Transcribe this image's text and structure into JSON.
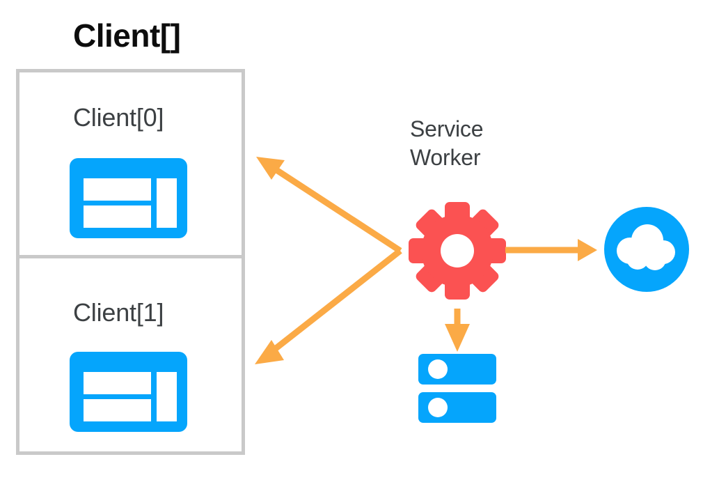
{
  "diagram": {
    "title": "Service Worker clients diagram",
    "colors": {
      "blue": "#05a5fc",
      "red": "#fb5252",
      "orange": "#fbaa46",
      "box_border": "#c9c9c9",
      "text_dark": "#3c4043",
      "text_black": "#0d0d0d",
      "background": "#ffffff"
    },
    "client_array": {
      "title": "Client[]",
      "clients": [
        {
          "label": "Client[0]",
          "icon": "browser-window-icon"
        },
        {
          "label": "Client[1]",
          "icon": "browser-window-icon"
        }
      ]
    },
    "service_worker": {
      "label_line1": "Service",
      "label_line2": "Worker",
      "icon": "gear-icon"
    },
    "network": {
      "label": "",
      "icon": "cloud-icon"
    },
    "cache": {
      "label": "",
      "icon": "database-icon"
    },
    "arrows": [
      {
        "name": "arrow-sw-to-client0",
        "direction": "up-left",
        "style": "solid"
      },
      {
        "name": "arrow-sw-to-client1",
        "direction": "down-left",
        "style": "solid"
      },
      {
        "name": "arrow-sw-to-cloud",
        "direction": "right",
        "style": "solid"
      },
      {
        "name": "arrow-sw-to-database",
        "direction": "down",
        "style": "solid"
      }
    ]
  }
}
